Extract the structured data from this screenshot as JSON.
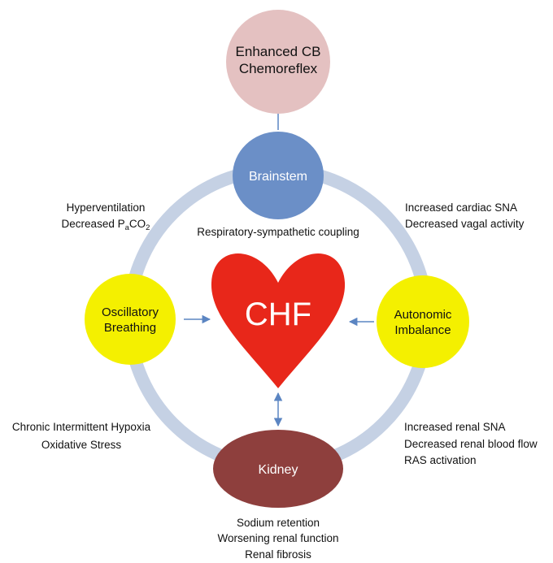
{
  "nodes": {
    "chemoreflex": {
      "line1": "Enhanced CB",
      "line2": "Chemoreflex",
      "fill": "#e4c1c1"
    },
    "brainstem": {
      "label": "Brainstem",
      "fill": "#6b8fc7"
    },
    "oscillatory": {
      "line1": "Oscillatory",
      "line2": "Breathing",
      "fill": "#f4f000"
    },
    "autonomic": {
      "line1": "Autonomic",
      "line2": "Imbalance",
      "fill": "#f4f000"
    },
    "kidney": {
      "label": "Kidney",
      "fill": "#8e3f3d"
    },
    "heart": {
      "label": "CHF",
      "fill": "#e8271a"
    }
  },
  "ring_color": "#c5d1e4",
  "arrow_color": "#5b85c2",
  "labels": {
    "top_left": {
      "line1": "Hyperventilation",
      "line2_prefix": "Decreased P",
      "line2_sub1": "a",
      "line2_mid": "CO",
      "line2_sub2": "2"
    },
    "top_center": "Respiratory-sympathetic coupling",
    "top_right": [
      "Increased cardiac SNA",
      "Decreased vagal activity"
    ],
    "bottom_left": [
      "Chronic Intermittent Hypoxia",
      "Oxidative Stress"
    ],
    "bottom_right": [
      "Increased renal SNA",
      "Decreased renal blood flow",
      "RAS activation"
    ],
    "bottom_center": [
      "Sodium retention",
      "Worsening renal function",
      "Renal fibrosis"
    ]
  }
}
